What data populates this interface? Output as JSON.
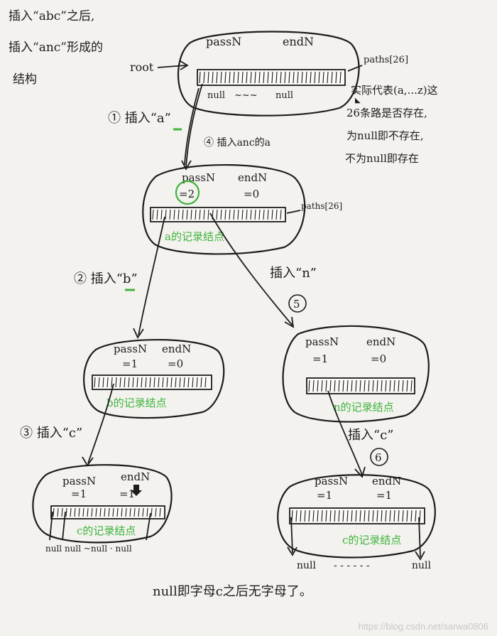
{
  "header_note": [
    "插入“abc”之后,",
    "插入“anc”形成的",
    "结构"
  ],
  "root_label": "root",
  "paths_label": "paths[26]",
  "field_passN": "passN",
  "field_endN": "endN",
  "root_node": {
    "null_left": "null",
    "null_right": "null",
    "tilde": "~~~"
  },
  "paths_note": [
    "实际代表(a,...z)这",
    "26条路是否存在,",
    "为null即不存在,",
    "不为null即存在"
  ],
  "steps": {
    "s1": "① 插入“a”",
    "s4": "④ 插入anc的a",
    "s2": "② 插入“b”",
    "s5": "插入“n”",
    "s5_num": "5",
    "s3": "③ 插入“c”",
    "s6": "插入“c”",
    "s6_num": "6"
  },
  "node_a": {
    "pass": "=2",
    "end": "=0",
    "label": "a的记录结点",
    "paths": "paths[26]"
  },
  "node_b": {
    "pass": "=1",
    "end": "=0",
    "label": "b的记录结点"
  },
  "node_n": {
    "pass": "=1",
    "end": "=0",
    "label": "n的记录结点"
  },
  "node_c1": {
    "pass": "=1",
    "end": "=1",
    "label": "c的记录结点",
    "nulls": "null null ~null · null"
  },
  "node_c2": {
    "pass": "=1",
    "end": "=1",
    "label": "c的记录结点",
    "null_left": "null",
    "dots": "- - - - - -",
    "null_right": "null"
  },
  "footer_note": "null即字母c之后无字母了。",
  "watermark": "https://blog.csdn.net/sarwa0806"
}
